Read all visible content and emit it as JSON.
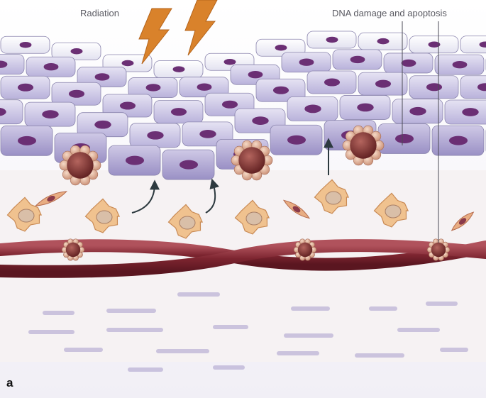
{
  "labels": {
    "radiation": "Radiation",
    "dna_damage": "DNA damage and apoptosis",
    "panel": "a"
  },
  "icons": [
    "lightning-bolt-icon",
    "arrow-icon"
  ],
  "colors": {
    "epithelial_cell": "#c9c3e4",
    "nucleus": "#6b2f74",
    "apoptotic_cell": "#7a2f2c",
    "fibroblast": "#e8ad82",
    "macrophage": "#f0c28f",
    "blood_vessel": "#8a2d35",
    "lightning": "#d9822b"
  }
}
